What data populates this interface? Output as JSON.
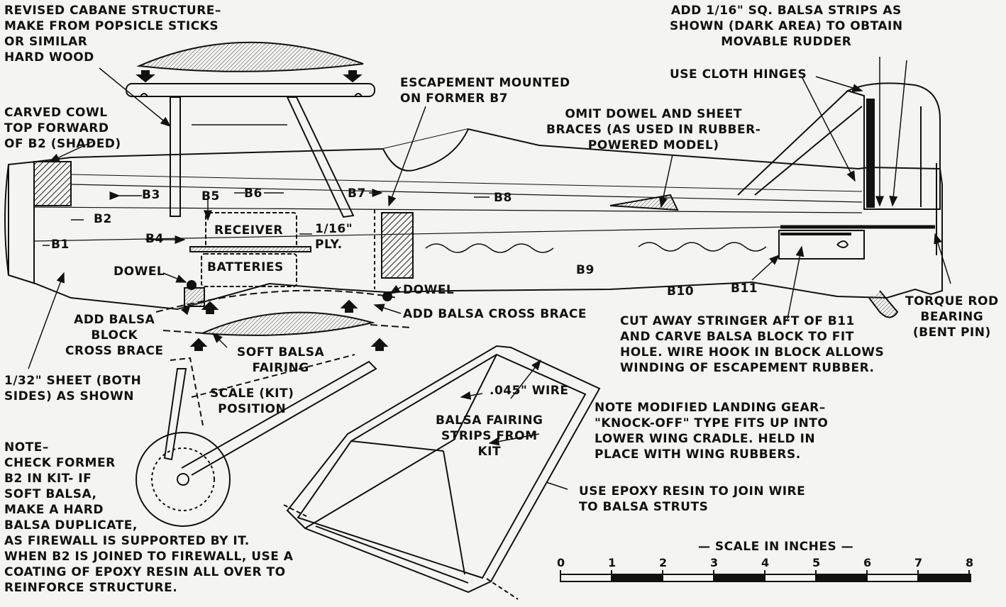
{
  "labels": {
    "cabane": "REVISED CABANE STRUCTURE–\nMAKE FROM POPSICLE STICKS\nOR SIMILAR\nHARD WOOD",
    "cowl": "CARVED COWL\nTOP FORWARD\nOF B2 (SHADED)",
    "escapement": "ESCAPEMENT MOUNTED\nON FORMER B7",
    "omit": "OMIT DOWEL AND SHEET\nBRACES (AS USED IN RUBBER-\nPOWERED MODEL)",
    "strips": "ADD 1/16\" SQ. BALSA STRIPS AS\nSHOWN (DARK AREA) TO OBTAIN\nMOVABLE RUDDER",
    "hinges": "USE CLOTH HINGES",
    "b1": "B1",
    "b2": "B2",
    "b3": "B3",
    "b4": "B4",
    "b5": "B5",
    "b6": "B6",
    "b7": "B7",
    "b8": "B8",
    "b9": "B9",
    "b10": "B10",
    "b11": "B11",
    "receiver": "RECEIVER",
    "batteries": "BATTERIES",
    "ply": "1/16\"\nPLY.",
    "dowel_front": "DOWEL",
    "dowel_rear": "DOWEL",
    "balsa_block": "ADD BALSA\nBLOCK\nCROSS BRACE",
    "balsa_cross": "ADD BALSA CROSS BRACE",
    "soft_fairing": "SOFT BALSA\nFAIRING",
    "torque": "TORQUE ROD\nBEARING\n(BENT PIN)",
    "cutaway": "CUT AWAY STRINGER AFT OF B11\nAND CARVE BALSA BLOCK TO FIT\nHOLE. WIRE HOOK IN BLOCK ALLOWS\nWINDING OF ESCAPEMENT RUBBER.",
    "sheet": "1/32\" SHEET (BOTH\nSIDES) AS SHOWN",
    "scale_kit": "SCALE (KIT)\nPOSITION",
    "wire": ".045\" WIRE",
    "balsa_strips": "BALSA FAIRING\nSTRIPS FROM\nKIT",
    "landing_gear": "NOTE MODIFIED LANDING GEAR–\n\"KNOCK-OFF\" TYPE FITS UP INTO\nLOWER WING CRADLE. HELD IN\nPLACE WITH WING RUBBERS.",
    "epoxy": "USE EPOXY RESIN TO JOIN WIRE\nTO BALSA STRUTS",
    "note": "NOTE–\nCHECK FORMER\nB2 IN KIT- IF\nSOFT BALSA,\nMAKE A HARD\nBALSA DUPLICATE,\nAS FIREWALL IS SUPPORTED BY IT.\nWHEN B2 IS JOINED TO FIREWALL, USE A\nCOATING OF EPOXY RESIN ALL OVER TO\nREINFORCE STRUCTURE.",
    "scale_title": "— SCALE IN INCHES —"
  },
  "scale": {
    "ticks": [
      "0",
      "1",
      "2",
      "3",
      "4",
      "5",
      "6",
      "7",
      "8"
    ]
  }
}
